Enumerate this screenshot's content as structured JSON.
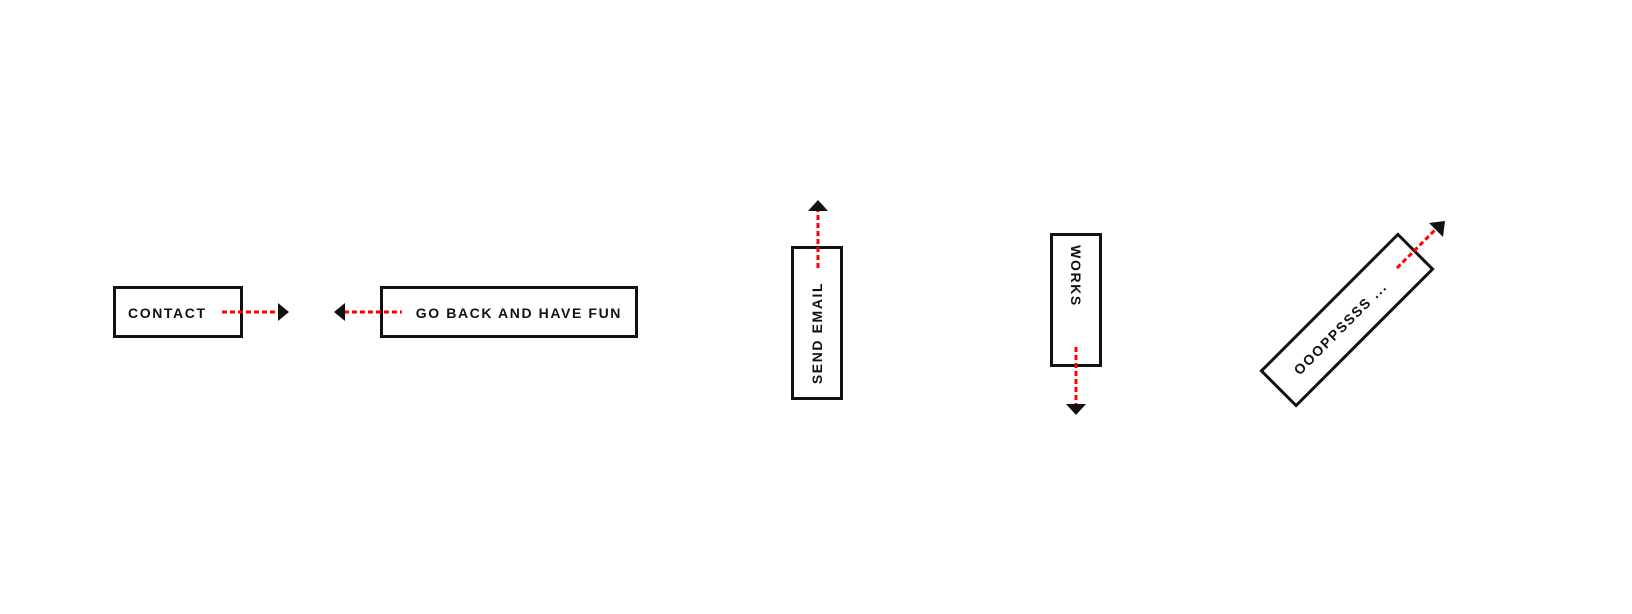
{
  "buttons": {
    "contact": {
      "label": "CONTACT",
      "direction": "right"
    },
    "go_back": {
      "label": "GO BACK AND HAVE FUN",
      "direction": "left"
    },
    "send_email": {
      "label": "SEND EMAIL",
      "direction": "up"
    },
    "works": {
      "label": "WORKS",
      "direction": "down"
    },
    "oops": {
      "label": "OOOPPSSSS ...",
      "direction": "up-right"
    }
  },
  "colors": {
    "border": "#111111",
    "text": "#111111",
    "arrow_dots": "#ff0000",
    "arrow_head": "#111111",
    "background": "#ffffff"
  },
  "icons": {
    "arrow": "arrow-icon"
  }
}
